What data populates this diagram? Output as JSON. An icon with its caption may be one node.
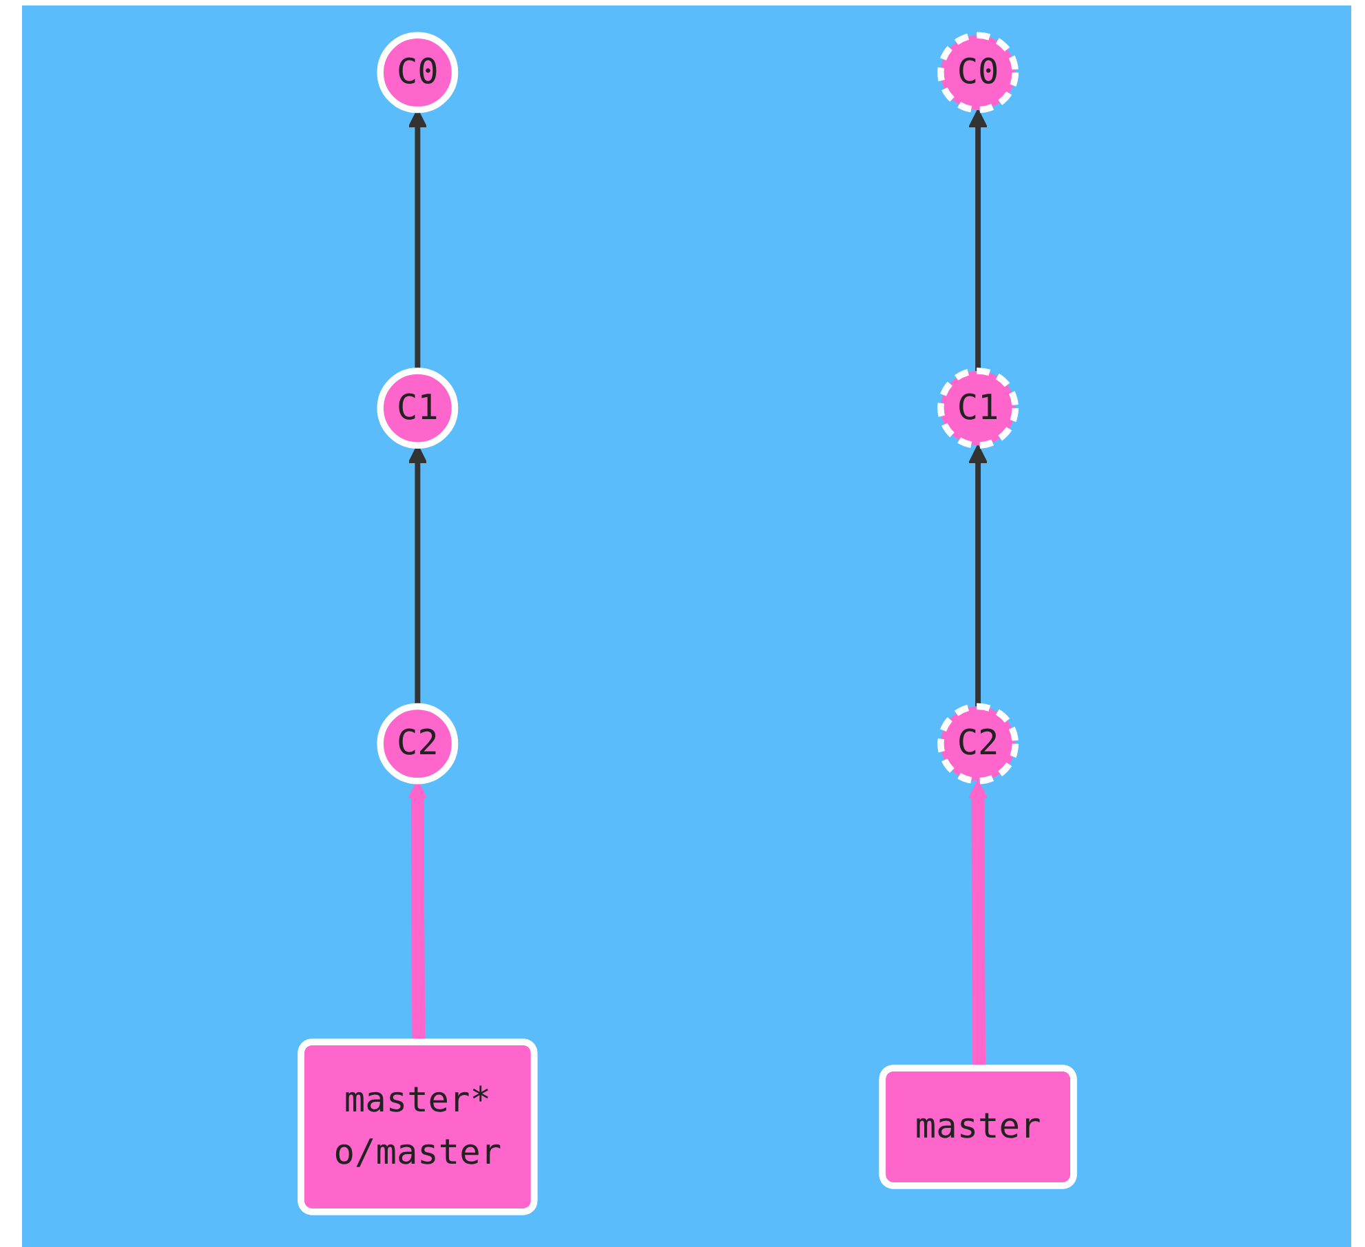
{
  "diagram": {
    "nodes": [
      {
        "text": [
          "C0"
        ]
      },
      {
        "text": [
          "C1"
        ]
      },
      {
        "text": [
          "C2"
        ]
      },
      {
        "text": [
          "master*",
          "o/master"
        ]
      },
      {
        "text": [
          "C0"
        ]
      },
      {
        "text": [
          "C1"
        ]
      },
      {
        "text": [
          "C2"
        ]
      },
      {
        "text": [
          "master"
        ]
      }
    ],
    "edges": [
      {
        "from": 1,
        "to": 0,
        "arrow": "to"
      },
      {
        "from": 2,
        "to": 1,
        "arrow": "to"
      },
      {
        "from": 3,
        "to": 2,
        "arrow": "to",
        "style": "thick",
        "color": "#ff66cc"
      },
      {
        "from": 5,
        "to": 4,
        "arrow": "to"
      },
      {
        "from": 6,
        "to": 5,
        "arrow": "to"
      },
      {
        "from": 7,
        "to": 6,
        "arrow": "to",
        "style": "thick",
        "color": "#ff66cc"
      }
    ]
  }
}
